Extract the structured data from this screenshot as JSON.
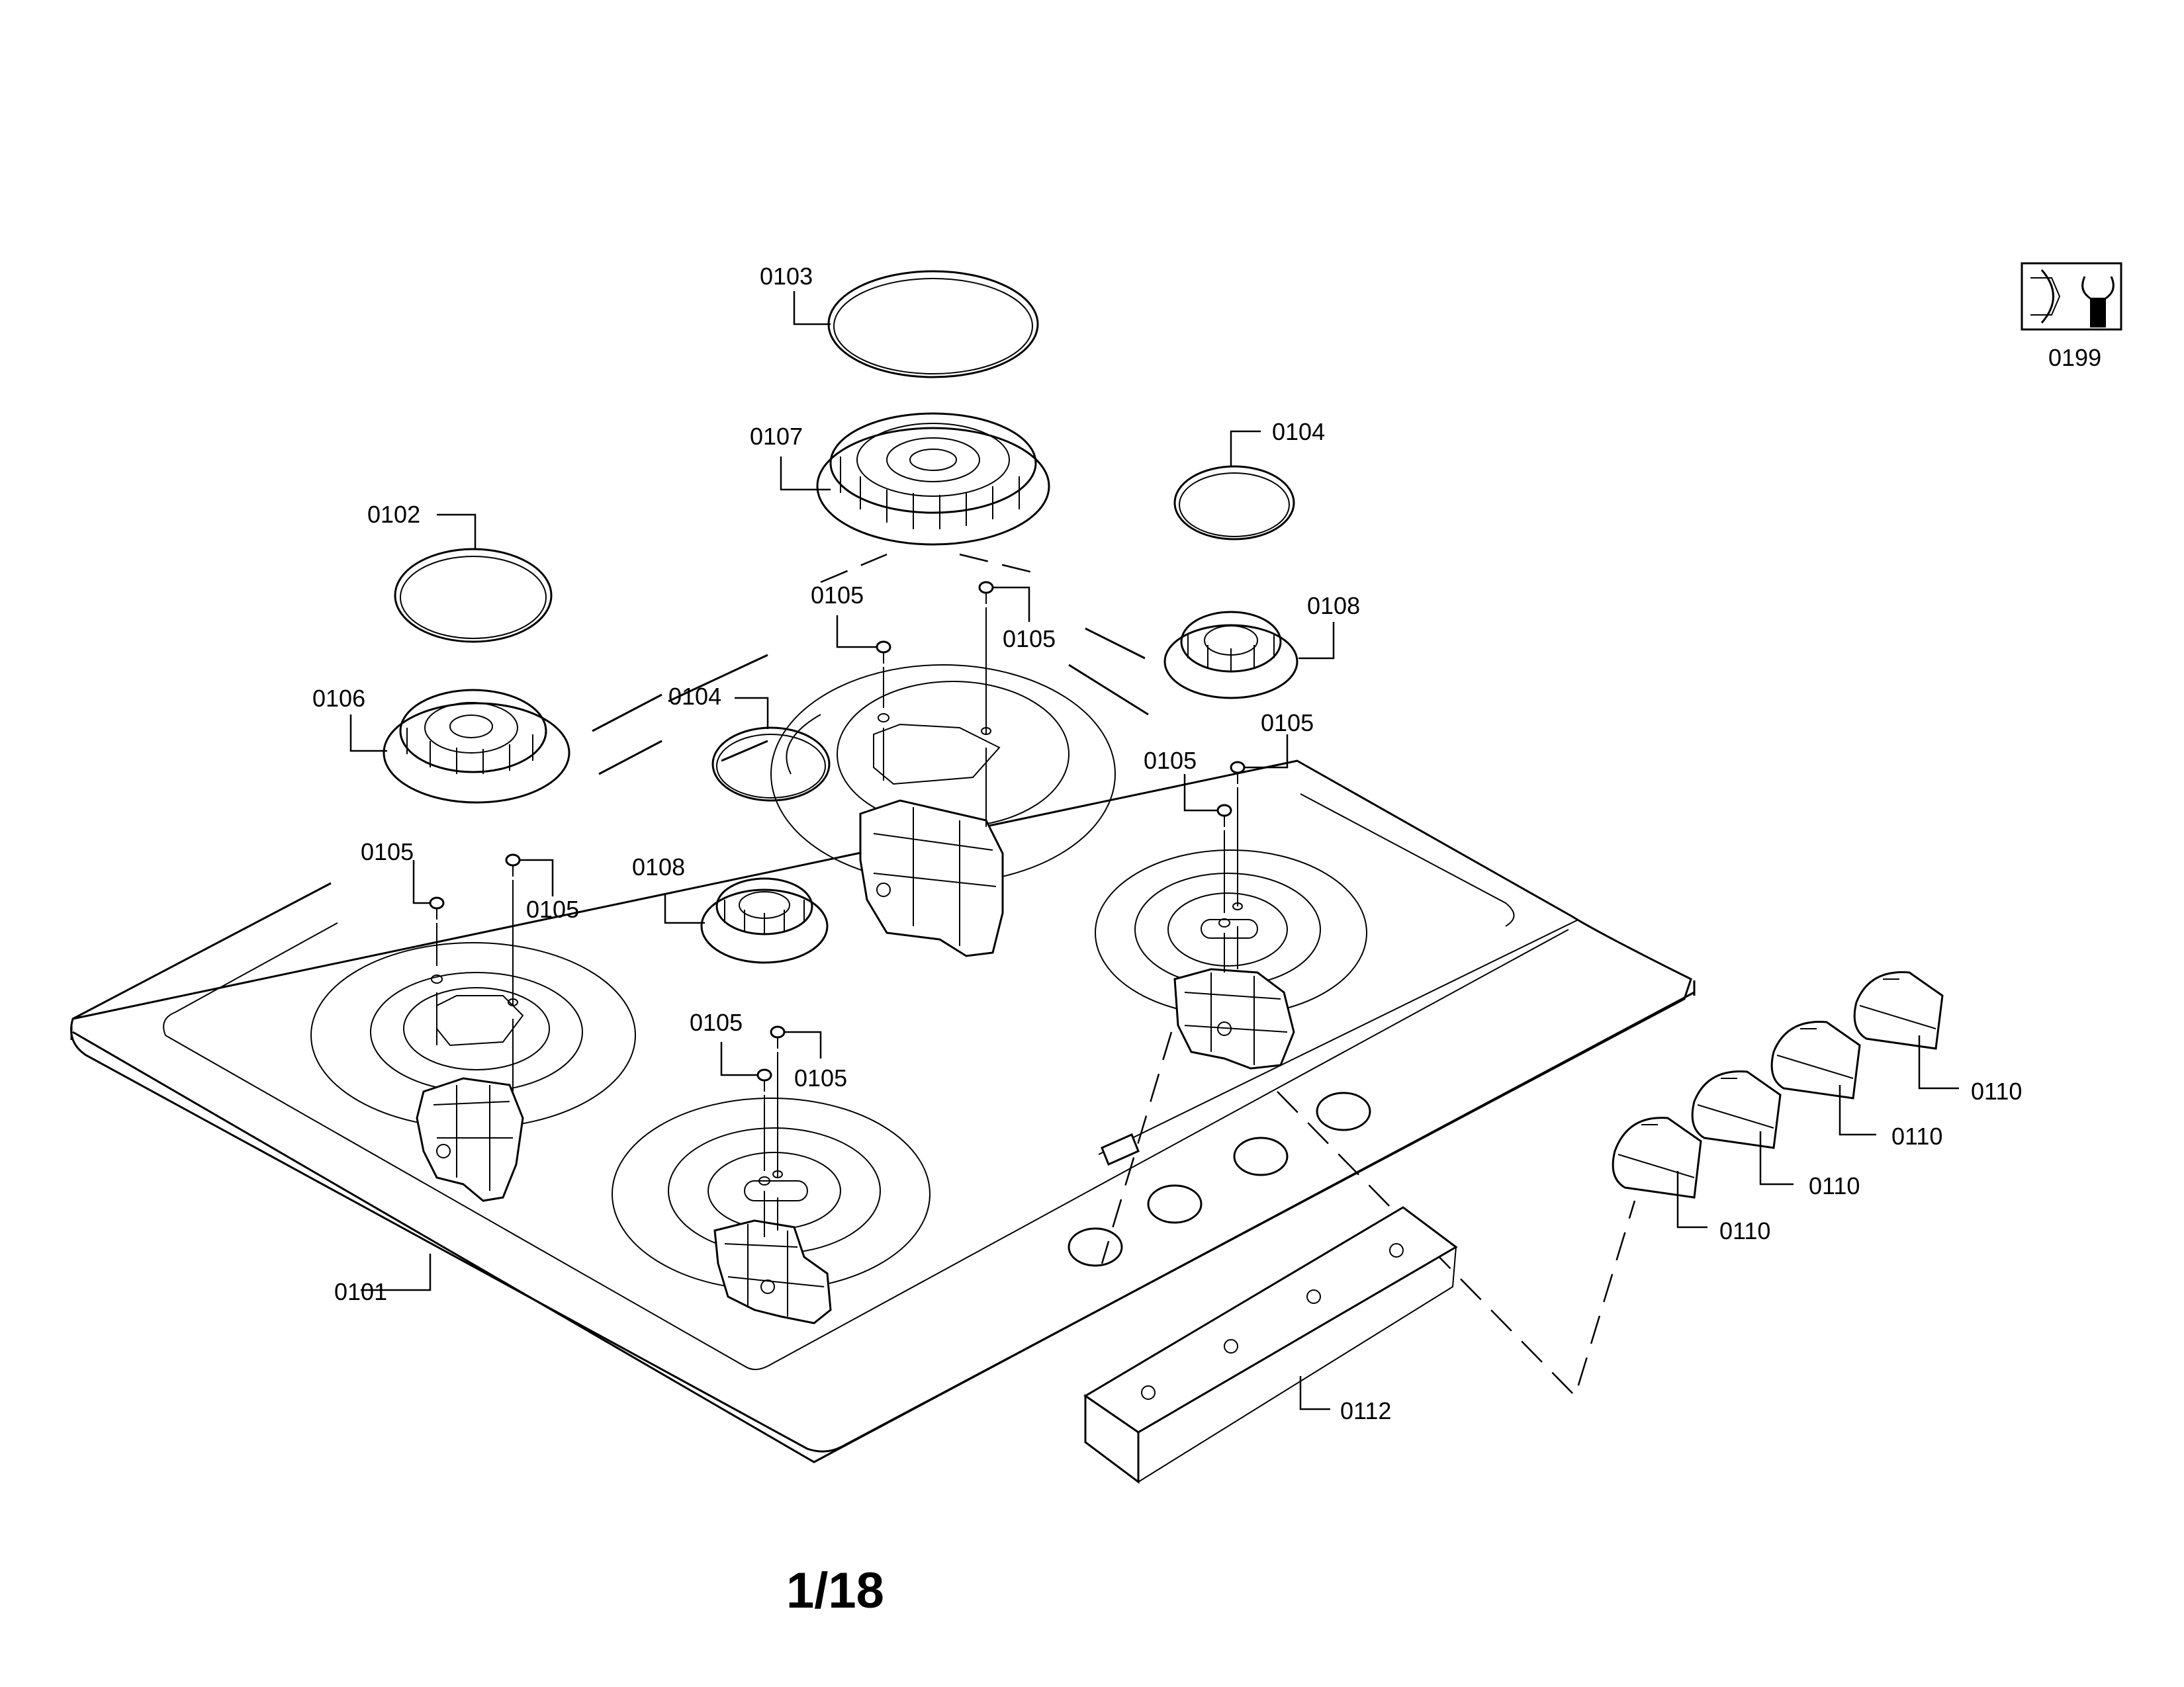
{
  "page_number": "1/18",
  "parts": {
    "p0101": "0101",
    "p0102": "0102",
    "p0103": "0103",
    "p0104_a": "0104",
    "p0104_b": "0104",
    "p0105_a": "0105",
    "p0105_b": "0105",
    "p0105_c": "0105",
    "p0105_d": "0105",
    "p0105_e": "0105",
    "p0105_f": "0105",
    "p0105_g": "0105",
    "p0105_h": "0105",
    "p0106": "0106",
    "p0107": "0107",
    "p0108_a": "0108",
    "p0108_b": "0108",
    "p0110_a": "0110",
    "p0110_b": "0110",
    "p0110_c": "0110",
    "p0110_d": "0110",
    "p0112": "0112",
    "p0199": "0199"
  },
  "icons": {
    "tool": "wrench-icon"
  }
}
